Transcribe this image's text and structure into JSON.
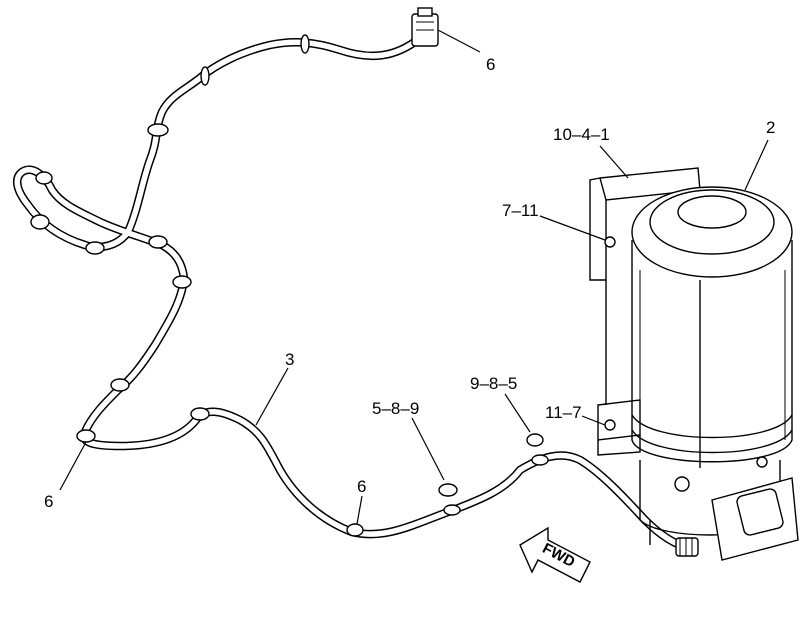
{
  "labels": {
    "item_6_top": "6",
    "item_10_4_1": "10–4–1",
    "item_2": "2",
    "item_7_11": "7–11",
    "item_3": "3",
    "item_5_8_9": "5–8–9",
    "item_9_8_5": "9–8–5",
    "item_11_7": "11–7",
    "item_6_left": "6",
    "item_6_bottom": "6"
  },
  "fwd_arrow": "FWD"
}
